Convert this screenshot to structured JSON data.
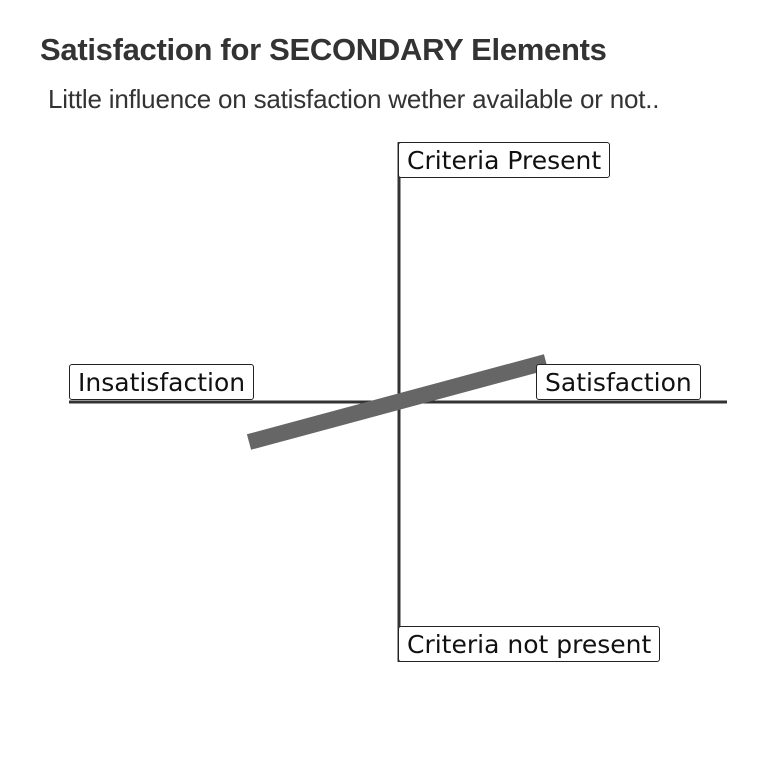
{
  "title": "Satisfaction for SECONDARY Elements",
  "subtitle": "Little influence on satisfaction wether available or not..",
  "axes": {
    "top_label": "Criteria Present",
    "bottom_label": "Criteria not present",
    "left_label": "Insatisfaction",
    "right_label": "Satisfaction"
  },
  "colors": {
    "axis": "#333333",
    "trend_line": "#666666",
    "text": "#333333"
  }
}
